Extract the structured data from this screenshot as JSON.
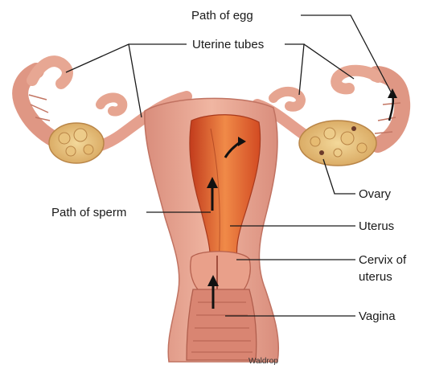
{
  "labels": {
    "path_of_egg": "Path of egg",
    "uterine_tubes": "Uterine tubes",
    "ovary": "Ovary",
    "path_of_sperm": "Path of sperm",
    "uterus": "Uterus",
    "cervix_line1": "Cervix of",
    "cervix_line2": "uterus",
    "vagina": "Vagina"
  },
  "credit": "Waldrop",
  "colors": {
    "tissue": "#e7a793",
    "tissue_dark": "#c9786a",
    "interior": "#d94a22",
    "interior_light": "#ef8a4a",
    "ovary": "#e8c07a",
    "arrow": "#111111"
  },
  "icons": [
    "up-arrow-icon"
  ]
}
